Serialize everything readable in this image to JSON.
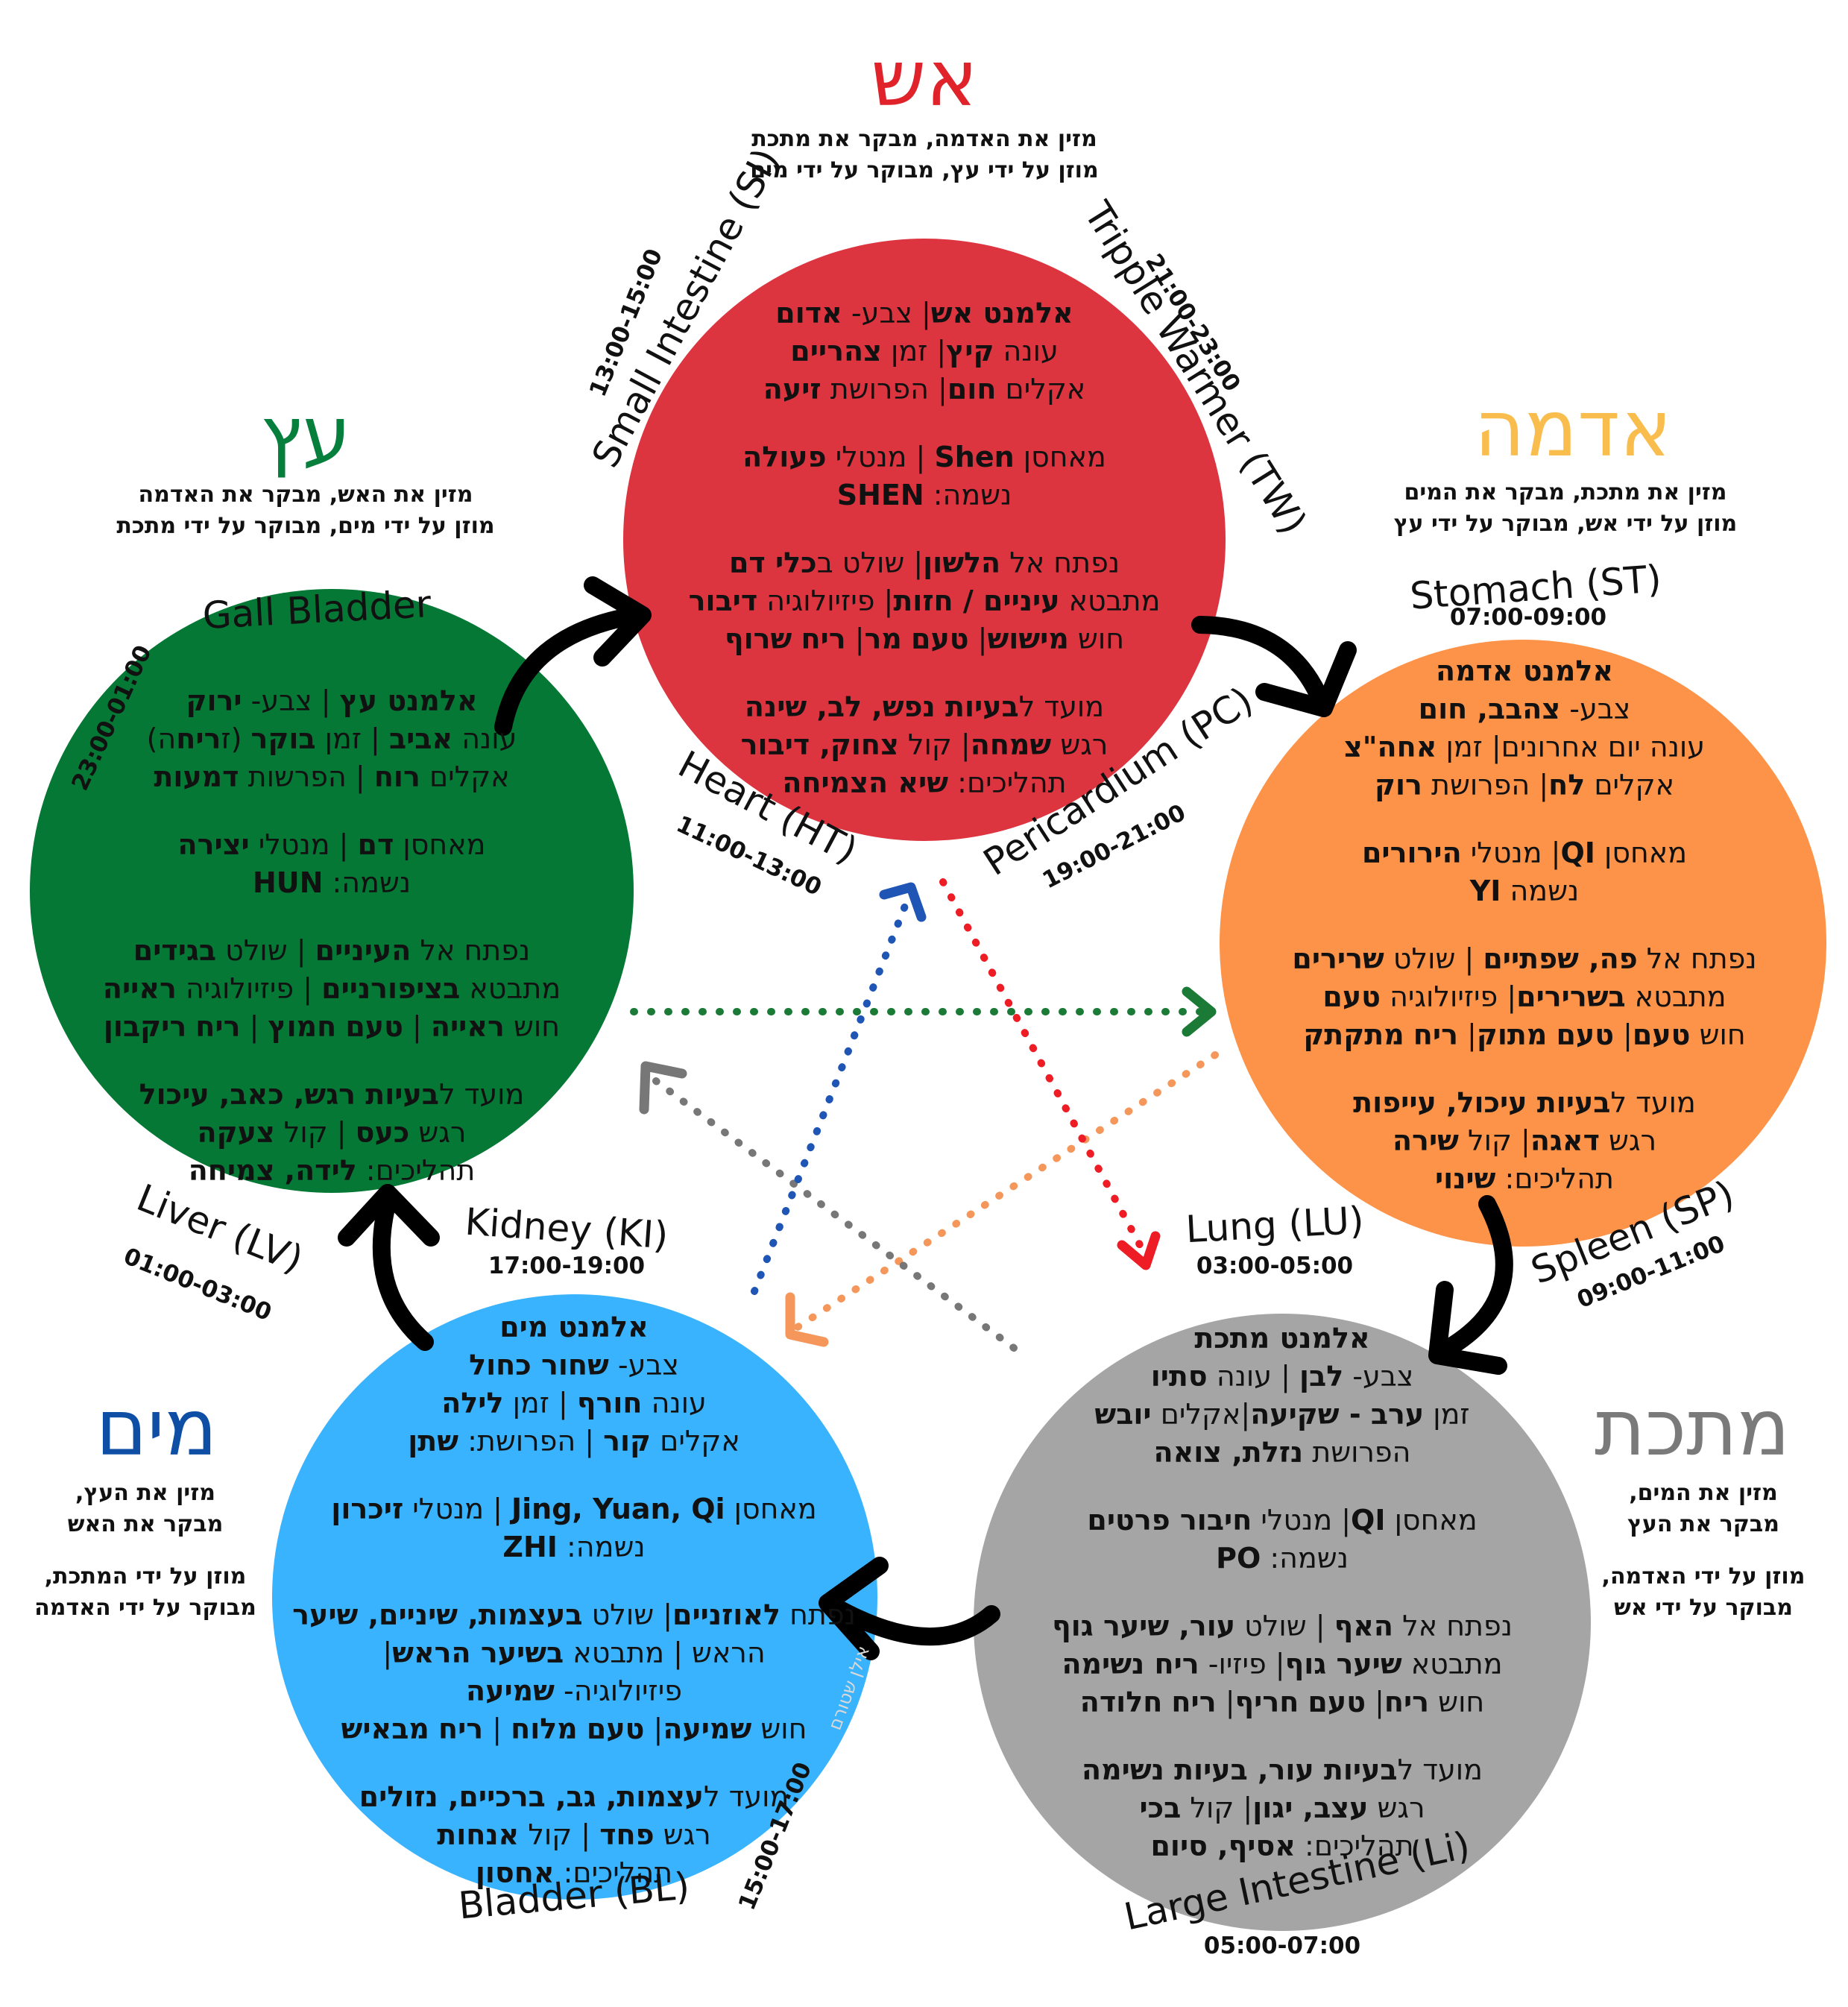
{
  "elements": {
    "fire": {
      "title": "אש",
      "color": "#e0222a",
      "circle_color": "#dc3540",
      "desc": [
        "מזין את האדמה, מבקר את מתכת",
        "מוזן על ידי עץ, מבוקר על ידי מים"
      ],
      "lines": [
        "אלמנט אש| צבע- אדום",
        "עונה קיץ| זמן צהריים",
        "אקלים חום| הפרושת זיעה",
        "",
        "מאחסן Shen | מנטלי פעולה",
        "נשמה: SHEN",
        "",
        "נפתח אל הלשון| שולט בכלי דם",
        "מתבטא עיניים / חזות| פיזיולוגיה דיבור",
        "חוש מישוש| טעם מר| ריח שרוף",
        "",
        "מועד לבעיות נפש, לב, שינה",
        "רגש שמחה| קול צחוק, דיבור",
        "תהליכים: שיא הצמיחה"
      ]
    },
    "earth": {
      "title": "אדמה",
      "color": "#f9bd4e",
      "circle_color": "#fd9349",
      "desc": [
        "מזין את מתכת, מבקר את המים",
        "מוזן על ידי אש, מבוקר על ידי עץ"
      ],
      "lines": [
        "אלמנט אדמה",
        "צבע- צהבב, חום",
        "עונה יום אחרונים| זמן אחה\"צ",
        "אקלים לח| הפרושת רוק",
        "",
        "מאחסן QI| מנטלי הירורים",
        "נשמה YI",
        "",
        "נפתח אל פה, שפתיים | שולט שרירים",
        "מתבטא בשרירים| פיזיולוגיה טעם",
        "חוש טעם| טעם מתוק| ריח מתקתק",
        "",
        "מועד לבעיות עיכול, עייפות",
        "רגש דאגה| קול שירה",
        "תהליכים: שינוי"
      ]
    },
    "metal": {
      "title": "מתכת",
      "color": "#7a7a7a",
      "circle_color": "#a5a5a5",
      "desc": [
        "מזין את המים,",
        "מבקר את העץ",
        "",
        "מוזן על ידי האדמה,",
        "מבוקר על ידי אש"
      ],
      "lines": [
        "אלמנט מתכת",
        "צבע- לבן | עונה סתיו",
        "זמן ערב - שקיעה|אקלים יובש",
        "הפרושת נזלת, צואה",
        "",
        "מאחסן QI| מנטלי חיבור פרטים",
        "נשמה: PO",
        "",
        "נפתח אל האף | שולט עור, שיער גוף",
        "מתבטא שיער גוף| פיזיו- ריח נשימה",
        "חוש ריח| טעם חריף| ריח חלודה",
        "",
        "מועד לבעיות עור, בעיות נשימה",
        "רגש עצב, יגון| קול בכי",
        "תהליכים: אסיף, סיום"
      ]
    },
    "water": {
      "title": "מים",
      "color": "#0e4ea5",
      "circle_color": "#39b3fd",
      "desc": [
        "מזין את העץ,",
        "מבקר את האש",
        "",
        "מוזן על ידי המתכת,",
        "מבוקר על ידי האדמה"
      ],
      "lines": [
        "אלמנט מים",
        "צבע- שחור כחול",
        "עונה חורף | זמן לילה",
        "אקלים קור | הפרושת: שתן",
        "",
        "מאחסן Jing, Yuan, Qi | מנטלי זיכרון",
        "נשמה: ZHI",
        "",
        "נפתח לאוזניים| שולט בעצמות, שיניים, שיער",
        "הראש | מתבטא בשיער הראש|",
        "פיזיולוגיה- שמיעה",
        "חוש שמיעה| טעם מלוח | ריח מבאיש",
        "",
        "מועד לעצמות, גב, ברכיים, נזולים",
        "רגש פחד | קול אנחות",
        "תהליכים: אחסון"
      ]
    },
    "wood": {
      "title": "עץ",
      "color": "#067f3c",
      "circle_color": "#047834",
      "desc": [
        "מזין את האש, מבקר את האדמה",
        "מוזן על ידי מים, מבוקר על ידי מתכת"
      ],
      "lines": [
        "אלמנט עץ | צבע- ירוק",
        "עונה אביב | זמן בוקר (זריחה)",
        "אקלים רוח | הפרשות דמעות",
        "",
        "מאחסן דם | מנטלי יצירה",
        "נשמה: HUN",
        "",
        "נפתח אל העיניים | שולט בגידים",
        "מתבטא בציפורניים | פיזיולוגיה ראייה",
        "חוש ראייה | טעם חמוץ | ריח ריקבון",
        "",
        "מועד לבעיות רגש, כאב, עיכול",
        "רגש כעס | קול צעקה",
        "תהליכים: לידה, צמיחה"
      ]
    }
  },
  "organs": {
    "small_intestine": {
      "label": "Small Intestine (SI)",
      "time": "13:00-15:00"
    },
    "triple_warmer": {
      "label": "Tripple Warmer (TW)",
      "time": "21:00-23:00"
    },
    "heart": {
      "label": "Heart (HT)",
      "time": "11:00-13:00"
    },
    "pericardium": {
      "label": "Pericardium (PC)",
      "time": "19:00-21:00"
    },
    "stomach": {
      "label": "Stomach (ST)",
      "time": "07:00-09:00"
    },
    "spleen": {
      "label": "Spleen (SP)",
      "time": "09:00-11:00"
    },
    "lung": {
      "label": "Lung (LU)",
      "time": "03:00-05:00"
    },
    "large_intestine": {
      "label": "Large Intestine (Li)",
      "time": "05:00-07:00"
    },
    "kidney": {
      "label": "Kidney (KI)",
      "time": "17:00-19:00"
    },
    "bladder": {
      "label": "Bladder (BL)",
      "time": "15:00-17:00"
    },
    "gall_bladder": {
      "label": "Gall Bladder",
      "time": "23:00-01:00"
    },
    "liver": {
      "label": "Liver (LV)",
      "time": "01:00-03:00"
    }
  },
  "watermark": "אילן שטורם",
  "arrow_colors": {
    "cycle": "#000000",
    "wood_to_earth": "#1a7a36",
    "earth_to_water": "#f5965a",
    "metal_to_wood": "#777777",
    "water_to_fire": "#1f55b5",
    "fire_to_metal": "#ee1c25"
  }
}
